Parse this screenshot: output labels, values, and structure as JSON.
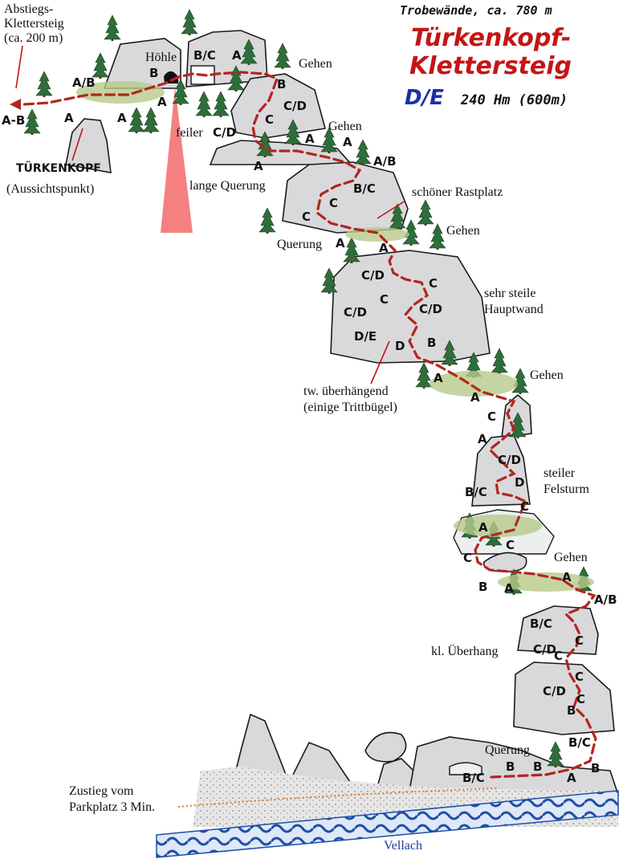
{
  "header": {
    "subtitle": "Trobewände, ca. 780 m",
    "title_line1": "Türkenkopf-",
    "title_line2": "Klettersteig",
    "difficulty": "D/E",
    "height_info": "240 Hm (600m)"
  },
  "labels": {
    "descent_line1": "Abstiegs-",
    "descent_line2": "Klettersteig",
    "descent_line3": "(ca. 200 m)",
    "descent_grade": "A-B",
    "peak_name": "TÜRKENKOPF",
    "peak_note": "(Aussichtspunkt)",
    "cave": "Höhle",
    "walk": "Gehen",
    "pillar": "feiler",
    "long_traverse": "lange Querung",
    "rest_spot": "schöner Rastplatz",
    "traverse": "Querung",
    "steep_wall_line1": "sehr steile",
    "steep_wall_line2": "Hauptwand",
    "overhang_line1": "tw. überhängend",
    "overhang_line2": "(einige Trittbügel)",
    "tower_line1": "steiler",
    "tower_line2": "Felsturm",
    "small_overhang": "kl. Überhang",
    "approach_line1": "Zustieg vom",
    "approach_line2": "Parkplatz 3 Min.",
    "river": "Vellach"
  },
  "grades": [
    "A",
    "A/B",
    "B",
    "B/C",
    "C",
    "C/D",
    "D",
    "D/E"
  ],
  "colors": {
    "route": "#b3261e",
    "title": "#c41515",
    "difficulty": "#1b2fa8",
    "river": "#1a3c9c",
    "approach": "#e07b1a",
    "marker": "#f58080"
  }
}
